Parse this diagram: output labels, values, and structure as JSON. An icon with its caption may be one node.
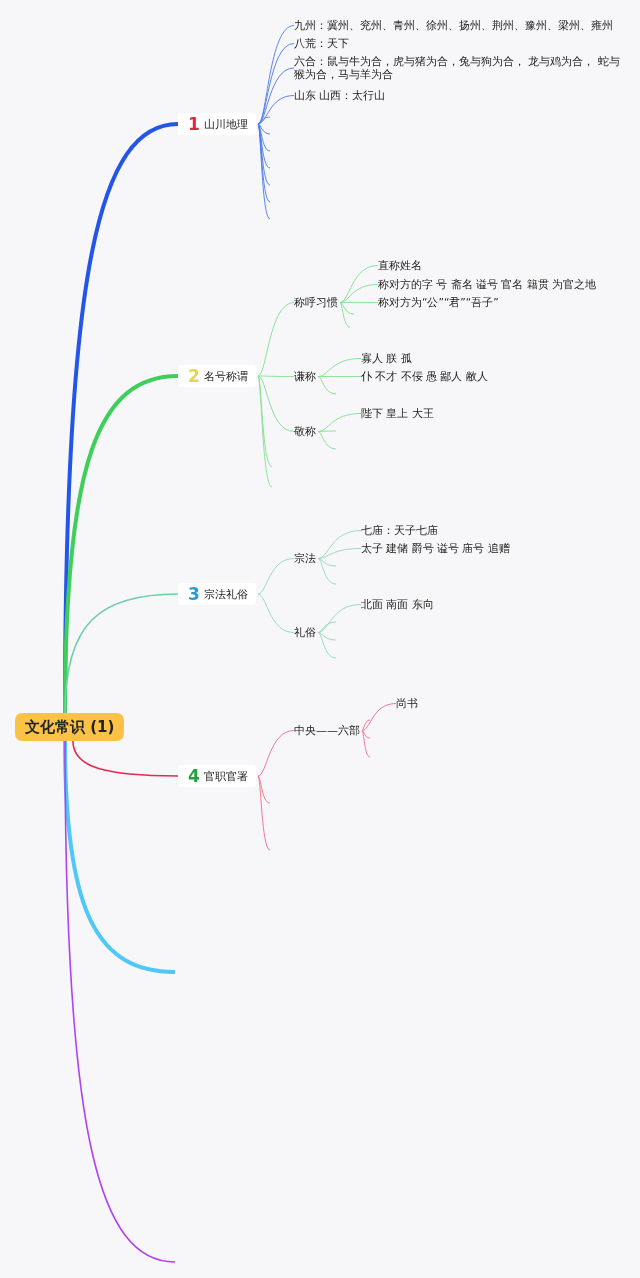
{
  "diagram": {
    "nodes": [
      {
        "text": [
          "文化常识 (1)"
        ]
      },
      {
        "text": [
          "1",
          "山川地理"
        ]
      },
      {
        "text": [
          "九州：冀州、兖州、青州、徐州、扬州、荆州、豫州、梁州、雍州"
        ]
      },
      {
        "text": [
          "八荒：天下"
        ]
      },
      {
        "text": [
          "六合：鼠与牛为合，虎与猪为合，兔与狗为合， 龙与鸡为合， 蛇与猴为合，马与羊为合"
        ]
      },
      {
        "text": [
          "山东 山西：太行山"
        ]
      },
      {
        "text": [
          "2",
          "名号称谓"
        ]
      },
      {
        "text": [
          "称呼习惯"
        ]
      },
      {
        "text": [
          "直称姓名"
        ]
      },
      {
        "text": [
          "称对方的字 号 斋名 谥号 官名 籍贯 为官之地"
        ]
      },
      {
        "text": [
          "称对方为“公”“君”“吾子”"
        ]
      },
      {
        "text": [
          "谦称"
        ]
      },
      {
        "text": [
          "寡人 朕 孤"
        ]
      },
      {
        "text": [
          "仆 不才 不佞 愚 鄙人 敝人"
        ]
      },
      {
        "text": [
          "敬称"
        ]
      },
      {
        "text": [
          "陛下 皇上 大王"
        ]
      },
      {
        "text": [
          "3",
          "宗法礼俗"
        ]
      },
      {
        "text": [
          "宗法"
        ]
      },
      {
        "text": [
          "七庙：天子七庙"
        ]
      },
      {
        "text": [
          "太子 建储 爵号 谥号 庙号 追赠"
        ]
      },
      {
        "text": [
          "礼俗"
        ]
      },
      {
        "text": [
          "北面 南面 东向"
        ]
      },
      {
        "text": [
          "4",
          "官职官署"
        ]
      },
      {
        "text": [
          "中央——六部"
        ]
      },
      {
        "text": [
          "尚书"
        ]
      }
    ],
    "edges": [
      {
        "from": 0,
        "to": 1,
        "arrow": "none",
        "style": "thick",
        "color": "#2255e8"
      },
      {
        "from": 0,
        "to": 6,
        "arrow": "none",
        "style": "thick",
        "color": "#3ecf5a"
      },
      {
        "from": 0,
        "to": 16,
        "arrow": "none",
        "color": "#6ccfa6"
      },
      {
        "from": 0,
        "to": 22,
        "arrow": "none",
        "color": "#e8284c"
      },
      {
        "from": 0,
        "to": null,
        "arrow": "none",
        "style": "thick",
        "color": "#4fc8f7"
      },
      {
        "from": 0,
        "to": null,
        "arrow": "none",
        "color": "#b042f0"
      },
      {
        "from": 1,
        "to": 2,
        "arrow": "none",
        "color": "#4a78ee"
      },
      {
        "from": 1,
        "to": 3,
        "arrow": "none",
        "color": "#4a78ee"
      },
      {
        "from": 1,
        "to": 4,
        "arrow": "none",
        "color": "#4a78ee"
      },
      {
        "from": 1,
        "to": 5,
        "arrow": "none",
        "color": "#4a78ee"
      },
      {
        "from": 1,
        "to": null,
        "arrow": "none",
        "color": "#4a78ee"
      },
      {
        "from": 1,
        "to": null,
        "arrow": "none",
        "color": "#4a78ee"
      },
      {
        "from": 1,
        "to": null,
        "arrow": "none",
        "color": "#4a78ee"
      },
      {
        "from": 1,
        "to": null,
        "arrow": "none",
        "color": "#4a78ee"
      },
      {
        "from": 1,
        "to": null,
        "arrow": "none",
        "color": "#4a78ee"
      },
      {
        "from": 1,
        "to": null,
        "arrow": "none",
        "color": "#4a78ee"
      },
      {
        "from": 1,
        "to": null,
        "arrow": "none",
        "color": "#4a78ee"
      },
      {
        "from": 6,
        "to": 7,
        "arrow": "none",
        "color": "#7ee08a"
      },
      {
        "from": 6,
        "to": 11,
        "arrow": "none",
        "color": "#7ee08a"
      },
      {
        "from": 6,
        "to": 14,
        "arrow": "none",
        "color": "#7ee08a"
      },
      {
        "from": 6,
        "to": null,
        "arrow": "none",
        "color": "#7ee08a"
      },
      {
        "from": 6,
        "to": null,
        "arrow": "none",
        "color": "#7ee08a"
      },
      {
        "from": 7,
        "to": 8,
        "arrow": "none",
        "color": "#7ee08a"
      },
      {
        "from": 7,
        "to": 9,
        "arrow": "none",
        "color": "#7ee08a"
      },
      {
        "from": 7,
        "to": 10,
        "arrow": "none",
        "color": "#7ee08a"
      },
      {
        "from": 7,
        "to": null,
        "arrow": "none",
        "color": "#7ee08a"
      },
      {
        "from": 7,
        "to": null,
        "arrow": "none",
        "color": "#7ee08a"
      },
      {
        "from": 11,
        "to": 12,
        "arrow": "none",
        "color": "#7ee08a"
      },
      {
        "from": 11,
        "to": 13,
        "arrow": "none",
        "color": "#7ee08a"
      },
      {
        "from": 11,
        "to": null,
        "arrow": "none",
        "color": "#7ee08a"
      },
      {
        "from": 14,
        "to": 15,
        "arrow": "none",
        "color": "#7ee08a"
      },
      {
        "from": 14,
        "to": null,
        "arrow": "none",
        "color": "#7ee08a"
      },
      {
        "from": 14,
        "to": null,
        "arrow": "none",
        "color": "#7ee08a"
      },
      {
        "from": 16,
        "to": 17,
        "arrow": "none",
        "color": "#8fd9b8"
      },
      {
        "from": 16,
        "to": 20,
        "arrow": "none",
        "color": "#8fd9b8"
      },
      {
        "from": 17,
        "to": 18,
        "arrow": "none",
        "color": "#8fd9b8"
      },
      {
        "from": 17,
        "to": 19,
        "arrow": "none",
        "color": "#8fd9b8"
      },
      {
        "from": 17,
        "to": null,
        "arrow": "none",
        "color": "#8fd9b8"
      },
      {
        "from": 17,
        "to": null,
        "arrow": "none",
        "color": "#8fd9b8"
      },
      {
        "from": 20,
        "to": 21,
        "arrow": "none",
        "color": "#8fd9b8"
      },
      {
        "from": 20,
        "to": null,
        "arrow": "none",
        "color": "#8fd9b8"
      },
      {
        "from": 20,
        "to": null,
        "arrow": "none",
        "color": "#8fd9b8"
      },
      {
        "from": 20,
        "to": null,
        "arrow": "none",
        "color": "#8fd9b8"
      },
      {
        "from": 22,
        "to": 23,
        "arrow": "none",
        "color": "#ef6b8a"
      },
      {
        "from": 22,
        "to": null,
        "arrow": "none",
        "color": "#ef6b8a"
      },
      {
        "from": 22,
        "to": null,
        "arrow": "none",
        "color": "#ef6b8a"
      },
      {
        "from": 23,
        "to": 24,
        "arrow": "none",
        "color": "#ef6b8a"
      },
      {
        "from": 23,
        "to": null,
        "arrow": "none",
        "color": "#ef6b8a"
      },
      {
        "from": 23,
        "to": null,
        "arrow": "none",
        "color": "#ef6b8a"
      },
      {
        "from": 23,
        "to": null,
        "arrow": "none",
        "color": "#ef6b8a"
      }
    ]
  }
}
